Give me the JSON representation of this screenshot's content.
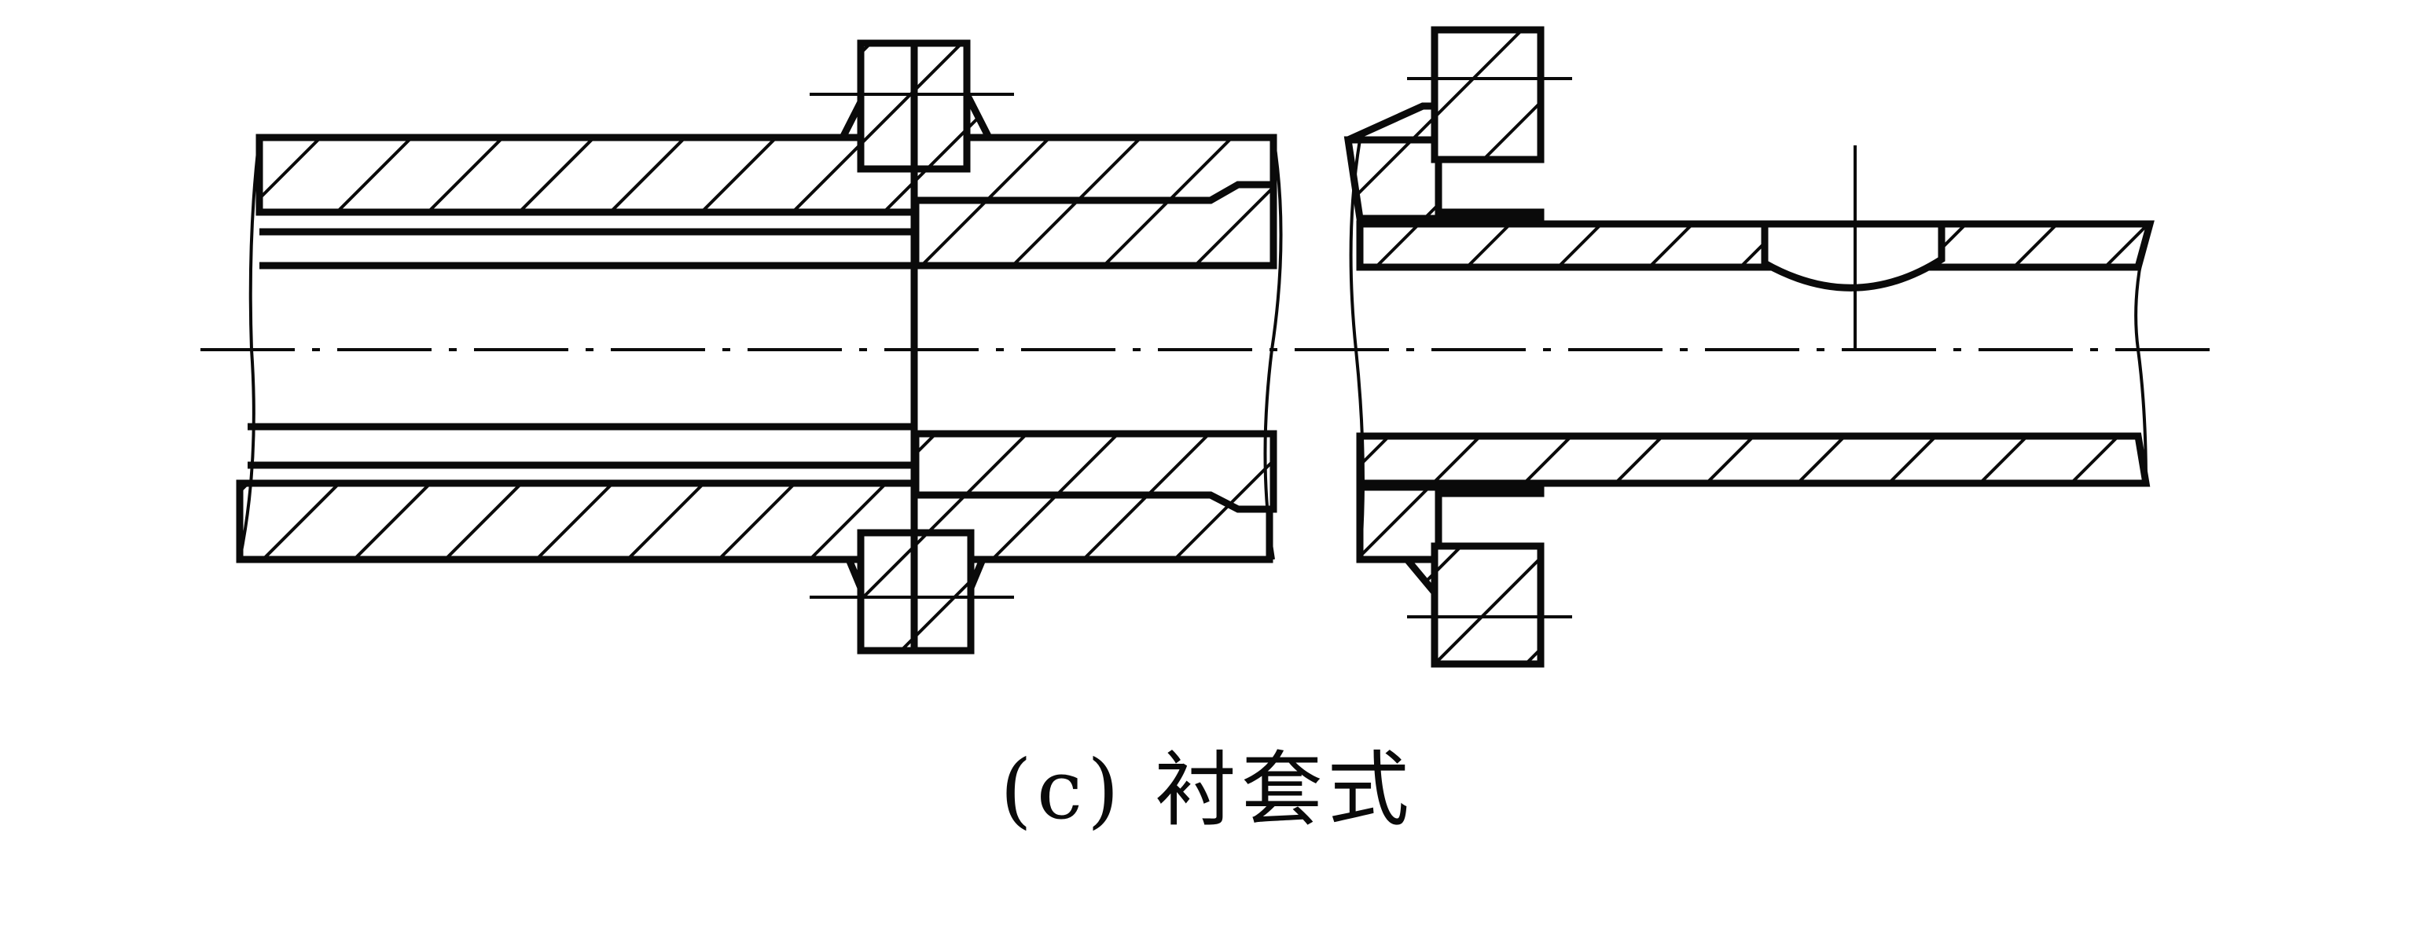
{
  "caption": "(c) 衬套式",
  "colors": {
    "ink": "#0a0a0a",
    "paper": "#ffffff"
  },
  "icons": [
    "hatch-pattern",
    "centerline"
  ]
}
